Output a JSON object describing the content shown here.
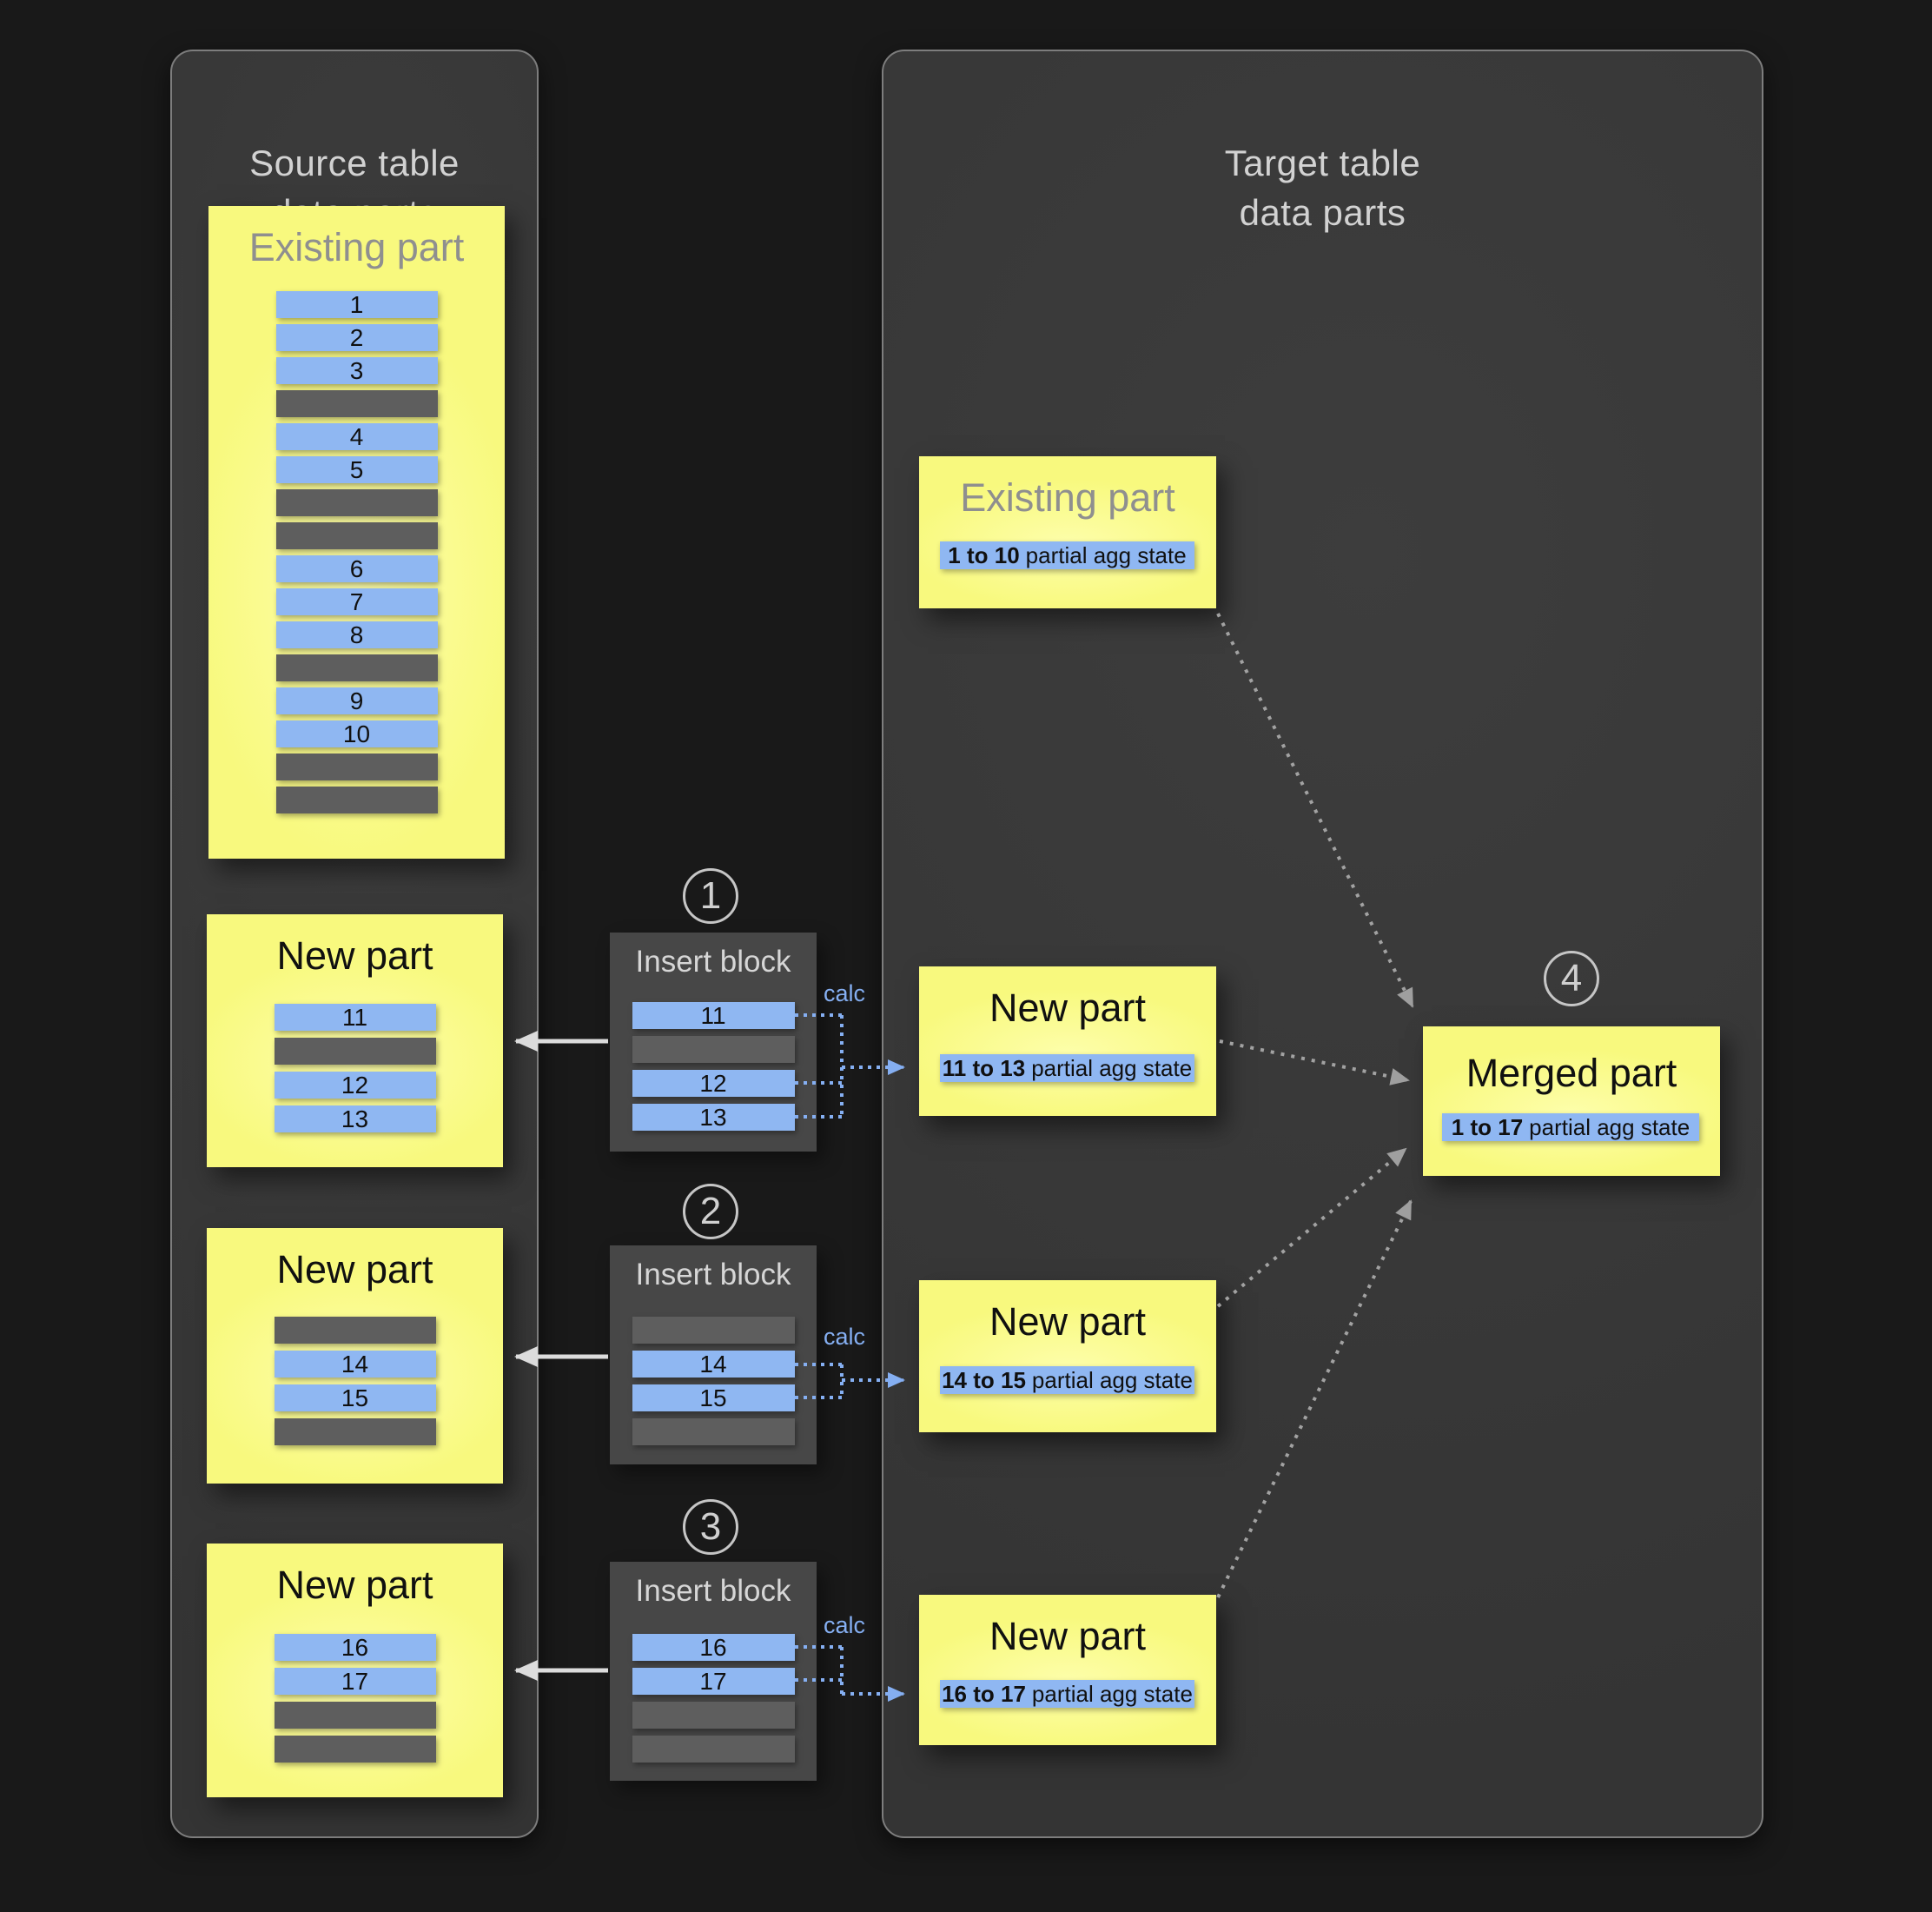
{
  "colors": {
    "background": "#191919",
    "panel_fill": "#373737",
    "part_yellow": "#f8f97e",
    "row_blue": "#8fb7f2",
    "row_gray": "#5e5e5e",
    "calc_blue": "#85aff2",
    "arrow_gray": "#a2a2a2"
  },
  "source_panel": {
    "title_line1": "Source table",
    "title_line2": "data parts",
    "existing_part": {
      "title": "Existing part",
      "rows": [
        "1",
        "2",
        "3",
        "",
        "4",
        "5",
        "",
        "",
        "6",
        "7",
        "8",
        "",
        "9",
        "10",
        "",
        ""
      ]
    },
    "new_parts": [
      {
        "title": "New part",
        "rows": [
          "11",
          "",
          "12",
          "13"
        ]
      },
      {
        "title": "New part",
        "rows": [
          "",
          "14",
          "15",
          ""
        ]
      },
      {
        "title": "New part",
        "rows": [
          "16",
          "17",
          "",
          ""
        ]
      }
    ]
  },
  "insert_blocks": [
    {
      "step": "1",
      "title": "Insert block",
      "calc_label": "calc",
      "rows": [
        "11",
        "",
        "12",
        "13"
      ]
    },
    {
      "step": "2",
      "title": "Insert block",
      "calc_label": "calc",
      "rows": [
        "",
        "14",
        "15",
        ""
      ]
    },
    {
      "step": "3",
      "title": "Insert block",
      "calc_label": "calc",
      "rows": [
        "16",
        "17",
        "",
        ""
      ]
    }
  ],
  "target_panel": {
    "title_line1": "Target table",
    "title_line2": "data parts",
    "existing_part": {
      "title": "Existing part",
      "agg_range": "1 to 10",
      "agg_label": "partial agg state"
    },
    "new_parts": [
      {
        "title": "New part",
        "agg_range": "11 to 13",
        "agg_label": "partial agg state"
      },
      {
        "title": "New part",
        "agg_range": "14 to 15",
        "agg_label": "partial agg state"
      },
      {
        "title": "New part",
        "agg_range": "16 to 17",
        "agg_label": "partial agg state"
      }
    ],
    "merged_part": {
      "step": "4",
      "title": "Merged part",
      "agg_range": "1 to 17",
      "agg_label": "partial agg state"
    }
  }
}
